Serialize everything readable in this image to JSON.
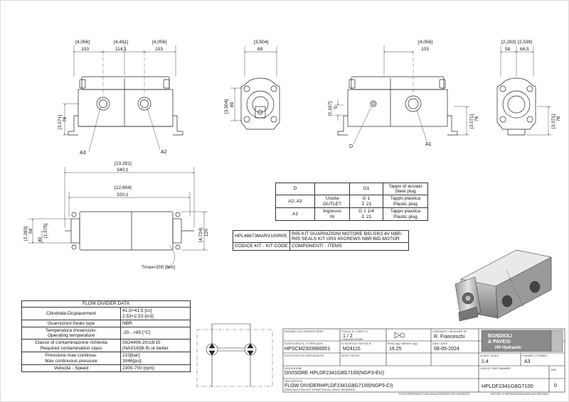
{
  "dimensions": {
    "top_left_inch": [
      "[4,056]",
      "[4,491]",
      "[4,056]"
    ],
    "top_left_mm": [
      "103",
      "114,1",
      "103"
    ],
    "left_height_inch": "[3,071]",
    "left_height_mm": "78",
    "mid_top_inch": "[3,504]",
    "mid_top_mm": "89",
    "mid_side_inch": "[3,504]",
    "mid_side_mm": "89",
    "right_top_inch": "[4,056]",
    "right_top_mm": "103",
    "right_d_inch": "[0,197]",
    "right_d_mm": "5",
    "right_height_inch": "[3,071]",
    "right_height_mm": "78",
    "far_right_inch": [
      "[2,283]",
      "[2,539]"
    ],
    "far_right_mm": [
      "58",
      "64,5"
    ],
    "far_right_height_inch": "[3,071]",
    "far_right_height_mm": "78",
    "bottom_total_inch": "[13,391]",
    "bottom_total_mm": "340,1",
    "bottom_inner_inch": "[12,604]",
    "bottom_inner_mm": "320,1",
    "bottom_left_inch": [
      "[2,283]",
      "[1,575]"
    ],
    "bottom_left_mm": [
      "58",
      "40"
    ],
    "bottom_right_inch": "[4,724]",
    "bottom_right_mm": "120",
    "torque": "Tmax=200 [Nm]"
  },
  "labels": {
    "a3": "A3",
    "a2": "A2",
    "d": "D",
    "a1": "A1"
  },
  "ports_table": {
    "rows": [
      [
        "D",
        "",
        "G1",
        "Tappo di acciaio\nSteel plug"
      ],
      [
        "A2, A3",
        "Uscita\nOUTLET",
        "G 1\n↧ 21",
        "Tappo plastica\nPlastic plug"
      ],
      [
        "A1",
        "Ingresso\nIN",
        "G 1 1/4\n↧ 21",
        "Tappo plastica\nPlastic plug"
      ]
    ]
  },
  "kit_table": {
    "code": "HPL48673MARV100R05",
    "desc": "R05 KIT GUARNIZIONI MOTORE BID.GR3 4V NBR-\nR05 SEALS KIT GR3 4SCREWS NBR BID.MOTOR",
    "code_label": "CODICE KIT - KIT CODE",
    "desc_label": "COMPONENTI - ITEMS"
  },
  "flow_table": {
    "title": "FLOW DIVIDER DATA",
    "rows": [
      [
        "Cilindrata-Displacement",
        "41,5+41,5 [cc]\n2,53+2,53 [in3]"
      ],
      [
        "Guarnizioni-Seals type",
        "NBR"
      ],
      [
        "Temperatura d'esercizio-\nOperating temperature",
        "-20...+85 [°C]"
      ],
      [
        "Classe di contaminazione richiesta\nRequired contamination class",
        "ISO4406 20/18/15\n(NAS1638-9) or better"
      ],
      [
        "Pressione max continua-\nMax continuous pressure",
        "210[bar]\n3046[psi]"
      ],
      [
        "Velocità - Speed",
        "2300-700 [rpm]"
      ]
    ]
  },
  "title_block": {
    "derived_label": "DERIVATO DA / DERIVED FROM",
    "sheet_label": "FOGLIO N. / SHEET N.",
    "sheet_value": "1 / 2",
    "comm_label": "COMUNICAZIONE",
    "designed_label": "DISEGNATO / DESIGNED BY",
    "designed_value": "R. Franceschi",
    "replaces_label": "SOSTITUISCE IL / IT REPLACES",
    "replaces_value": "HPSCM2303960001",
    "notice_label": "N. NOTIFICA / NOTICE N.",
    "notice_value": "M24115",
    "weight_label": "PESO (kg) / WEIGHT (kg)",
    "weight_value": "16.25",
    "date_label": "DATA / DATE",
    "date_value": "08-05-2024",
    "replaced_label": "SOSTITUITO DA / REPLACED BY",
    "note_label": "NOTE / NOTES",
    "scale_label": "SCALA / SCALE",
    "scale_value": "1:4",
    "format_label": "FORMATO / FORMAT",
    "format_value": "A3",
    "desc_it_label": "DESCRIZIONE",
    "desc_it": "DIVISORE HPLDF2341G8G7100(NGP3-EU)",
    "desc_en_label": "DESCRIPTION",
    "desc_en": "FLOW DIVIDERHPLDF2341G8G7100(NGP3-CI)",
    "code_label": "CODICE / PART NUMBER",
    "code_value": "HPLDF2341G8G7100",
    "rev_label": "REV.",
    "rev_value": "0",
    "logo_line1": "BONDIOLI",
    "logo_line2": "& PAVESI",
    "logo_line3": "HP Hydraulic",
    "repro_note": "REPRODUCTION NOT PERMITTED ALL RIGHT RESERVED",
    "repro_fr": "TOUTE REPRODUCTION NON AUTORISEE EST INTERDITE",
    "repro_de": "VIETATE LE RIPRODUZIONI NON AUTORIZZATE"
  }
}
